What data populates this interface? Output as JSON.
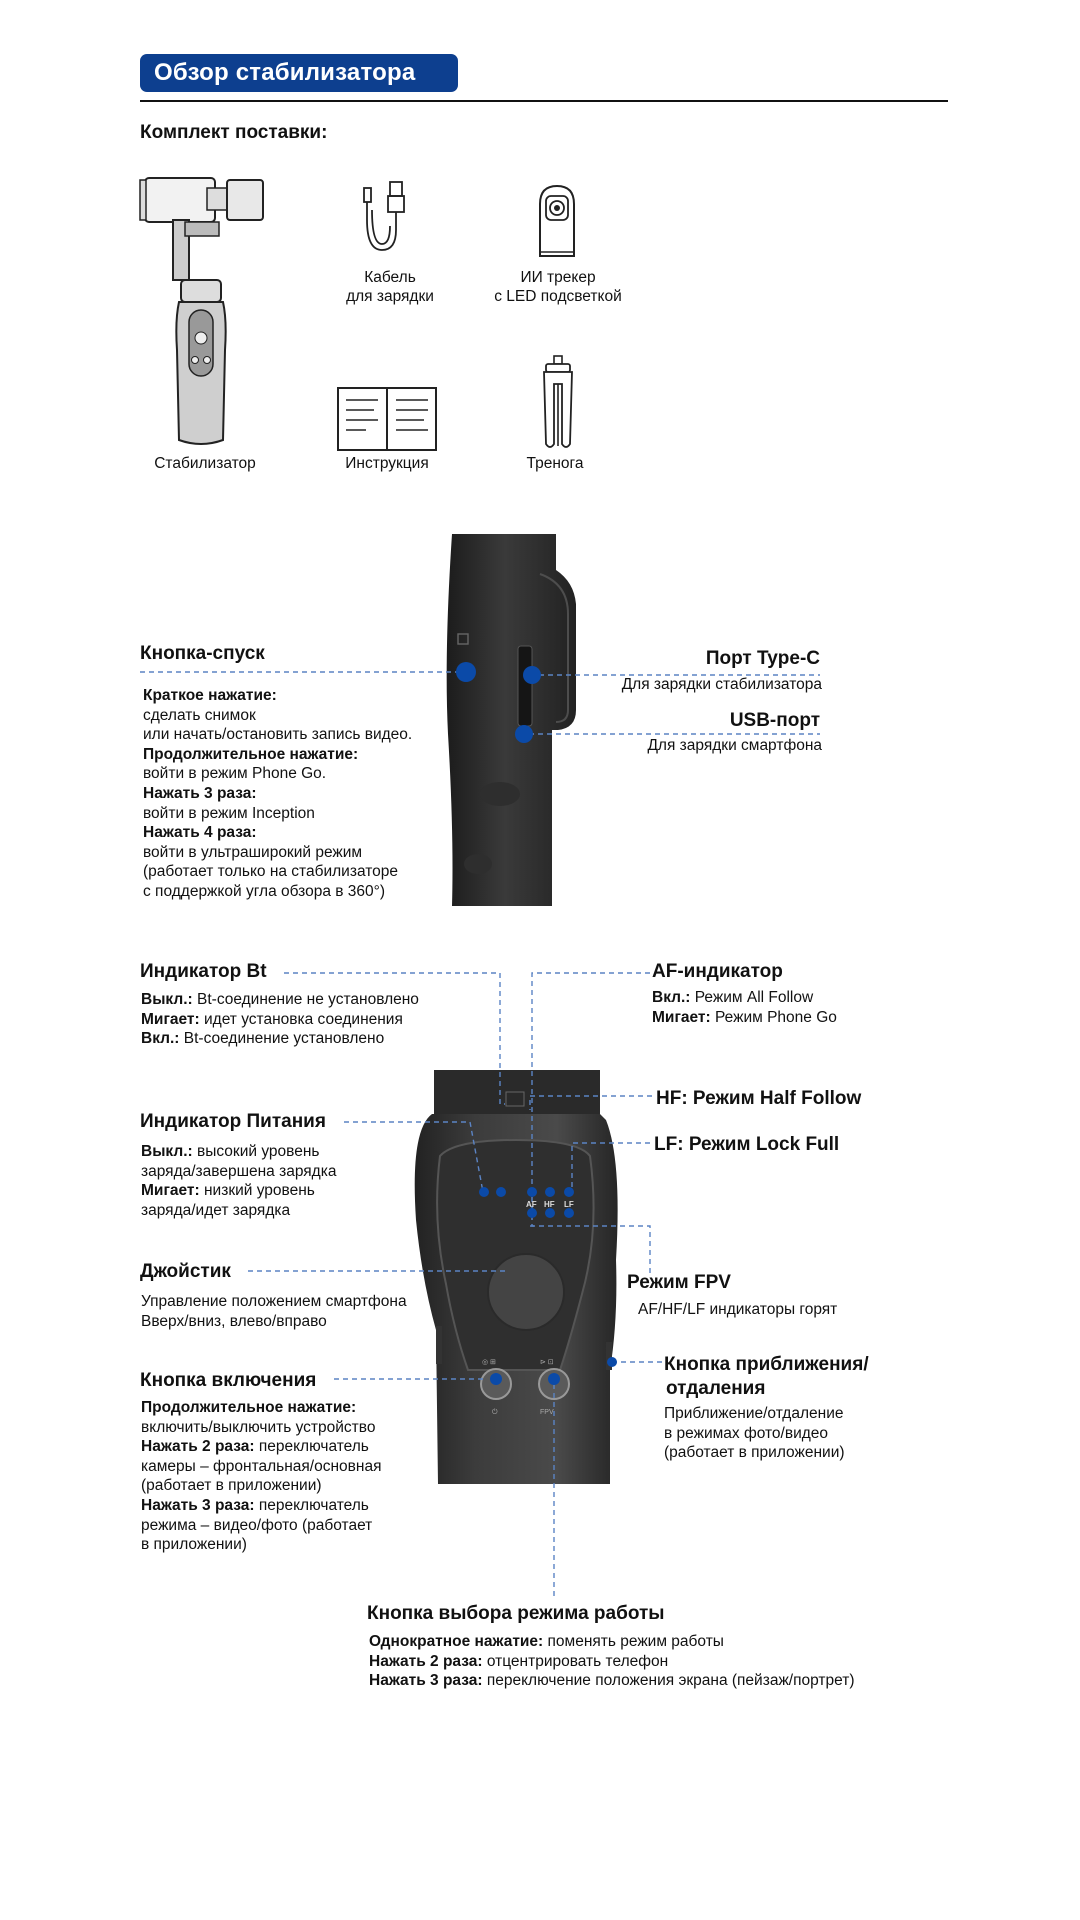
{
  "header": {
    "title": "Обзор стабилизатора"
  },
  "kit": {
    "heading": "Комплект поставки:",
    "items": {
      "stabilizer": "Стабилизатор",
      "cable": [
        "Кабель",
        "для зарядки"
      ],
      "tracker": [
        "ИИ трекер",
        "с LED подсветкой"
      ],
      "manual": "Инструкция",
      "tripod": "Тренога"
    }
  },
  "side_view": {
    "shutter": {
      "title": "Кнопка-спуск",
      "lines": [
        {
          "b": "Краткое нажатие:",
          "t": ""
        },
        {
          "b": "",
          "t": "сделать снимок"
        },
        {
          "b": "",
          "t": "или начать/остановить запись видео."
        },
        {
          "b": "Продолжительное нажатие:",
          "t": ""
        },
        {
          "b": "",
          "t": "войти в режим Phone Go."
        },
        {
          "b": "Нажать 3 раза:",
          "t": ""
        },
        {
          "b": "",
          "t": "войти в режим Inception"
        },
        {
          "b": "Нажать 4 раза:",
          "t": ""
        },
        {
          "b": "",
          "t": "войти в ультраширокий режим"
        },
        {
          "b": "",
          "t": "(работает только на стабилизаторе"
        },
        {
          "b": "",
          "t": "с поддержкой угла обзора в 360°)"
        }
      ]
    },
    "typec": {
      "title": "Порт Type-C",
      "desc": "Для зарядки стабилизатора"
    },
    "usb": {
      "title": "USB-порт",
      "desc": "Для зарядки смартфона"
    }
  },
  "front_view": {
    "bt": {
      "title": "Индикатор Bt",
      "lines": [
        {
          "b": "Выкл.:",
          "t": " Bt-соединение не установлено"
        },
        {
          "b": "Мигает:",
          "t": " идет установка соединения"
        },
        {
          "b": "Вкл.:",
          "t": " Bt-соединение установлено"
        }
      ]
    },
    "af": {
      "title": "AF-индикатор",
      "lines": [
        {
          "b": "Вкл.:",
          "t": " Режим All Follow"
        },
        {
          "b": "Мигает:",
          "t": " Режим Phone Go"
        }
      ]
    },
    "hf": {
      "title": "HF: Режим Half Follow"
    },
    "lf": {
      "title": "LF: Режим Lock Full"
    },
    "power_ind": {
      "title": "Индикатор Питания",
      "lines": [
        {
          "b": "Выкл.:",
          "t": " высокий уровень"
        },
        {
          "b": "",
          "t": "заряда/завершена зарядка"
        },
        {
          "b": "Мигает:",
          "t": " низкий уровень"
        },
        {
          "b": "",
          "t": "заряда/идет зарядка"
        }
      ]
    },
    "joystick": {
      "title": "Джойстик",
      "lines": [
        {
          "b": "",
          "t": "Управление положением смартфона"
        },
        {
          "b": "",
          "t": "Вверх/вниз, влево/вправо"
        }
      ]
    },
    "fpv": {
      "title": "Режим FPV",
      "desc": "AF/HF/LF индикаторы горят"
    },
    "power_btn": {
      "title": "Кнопка включения",
      "lines": [
        {
          "b": "Продолжительное нажатие:",
          "t": ""
        },
        {
          "b": "",
          "t": "включить/выключить устройство"
        },
        {
          "b": "Нажать 2 раза:",
          "t": " переключатель"
        },
        {
          "b": "",
          "t": "камеры – фронтальная/основная"
        },
        {
          "b": "",
          "t": "(работает в приложении)"
        },
        {
          "b": "Нажать 3 раза:",
          "t": " переключатель"
        },
        {
          "b": "",
          "t": "режима – видео/фото (работает"
        },
        {
          "b": "",
          "t": "в приложении)"
        }
      ]
    },
    "zoom": {
      "title": [
        "Кнопка приближения/",
        "отдаления"
      ],
      "lines": [
        {
          "b": "",
          "t": "Приближение/отдаление"
        },
        {
          "b": "",
          "t": "в режимах фото/видео"
        },
        {
          "b": "",
          "t": "(работает в приложении)"
        }
      ]
    },
    "mode": {
      "title": "Кнопка выбора режима работы",
      "lines": [
        {
          "b": "Однократное нажатие:",
          "t": " поменять режим работы"
        },
        {
          "b": "Нажать 2 раза:",
          "t": " отцентрировать телефон"
        },
        {
          "b": "Нажать 3 раза:",
          "t": " переключение положения экрана (пейзаж/портрет)"
        }
      ]
    },
    "led_labels": [
      "AF",
      "HF",
      "LF"
    ]
  },
  "colors": {
    "accent": "#0d3f8f",
    "dot": "#0b4aa8",
    "dash": "#5b84c4"
  }
}
